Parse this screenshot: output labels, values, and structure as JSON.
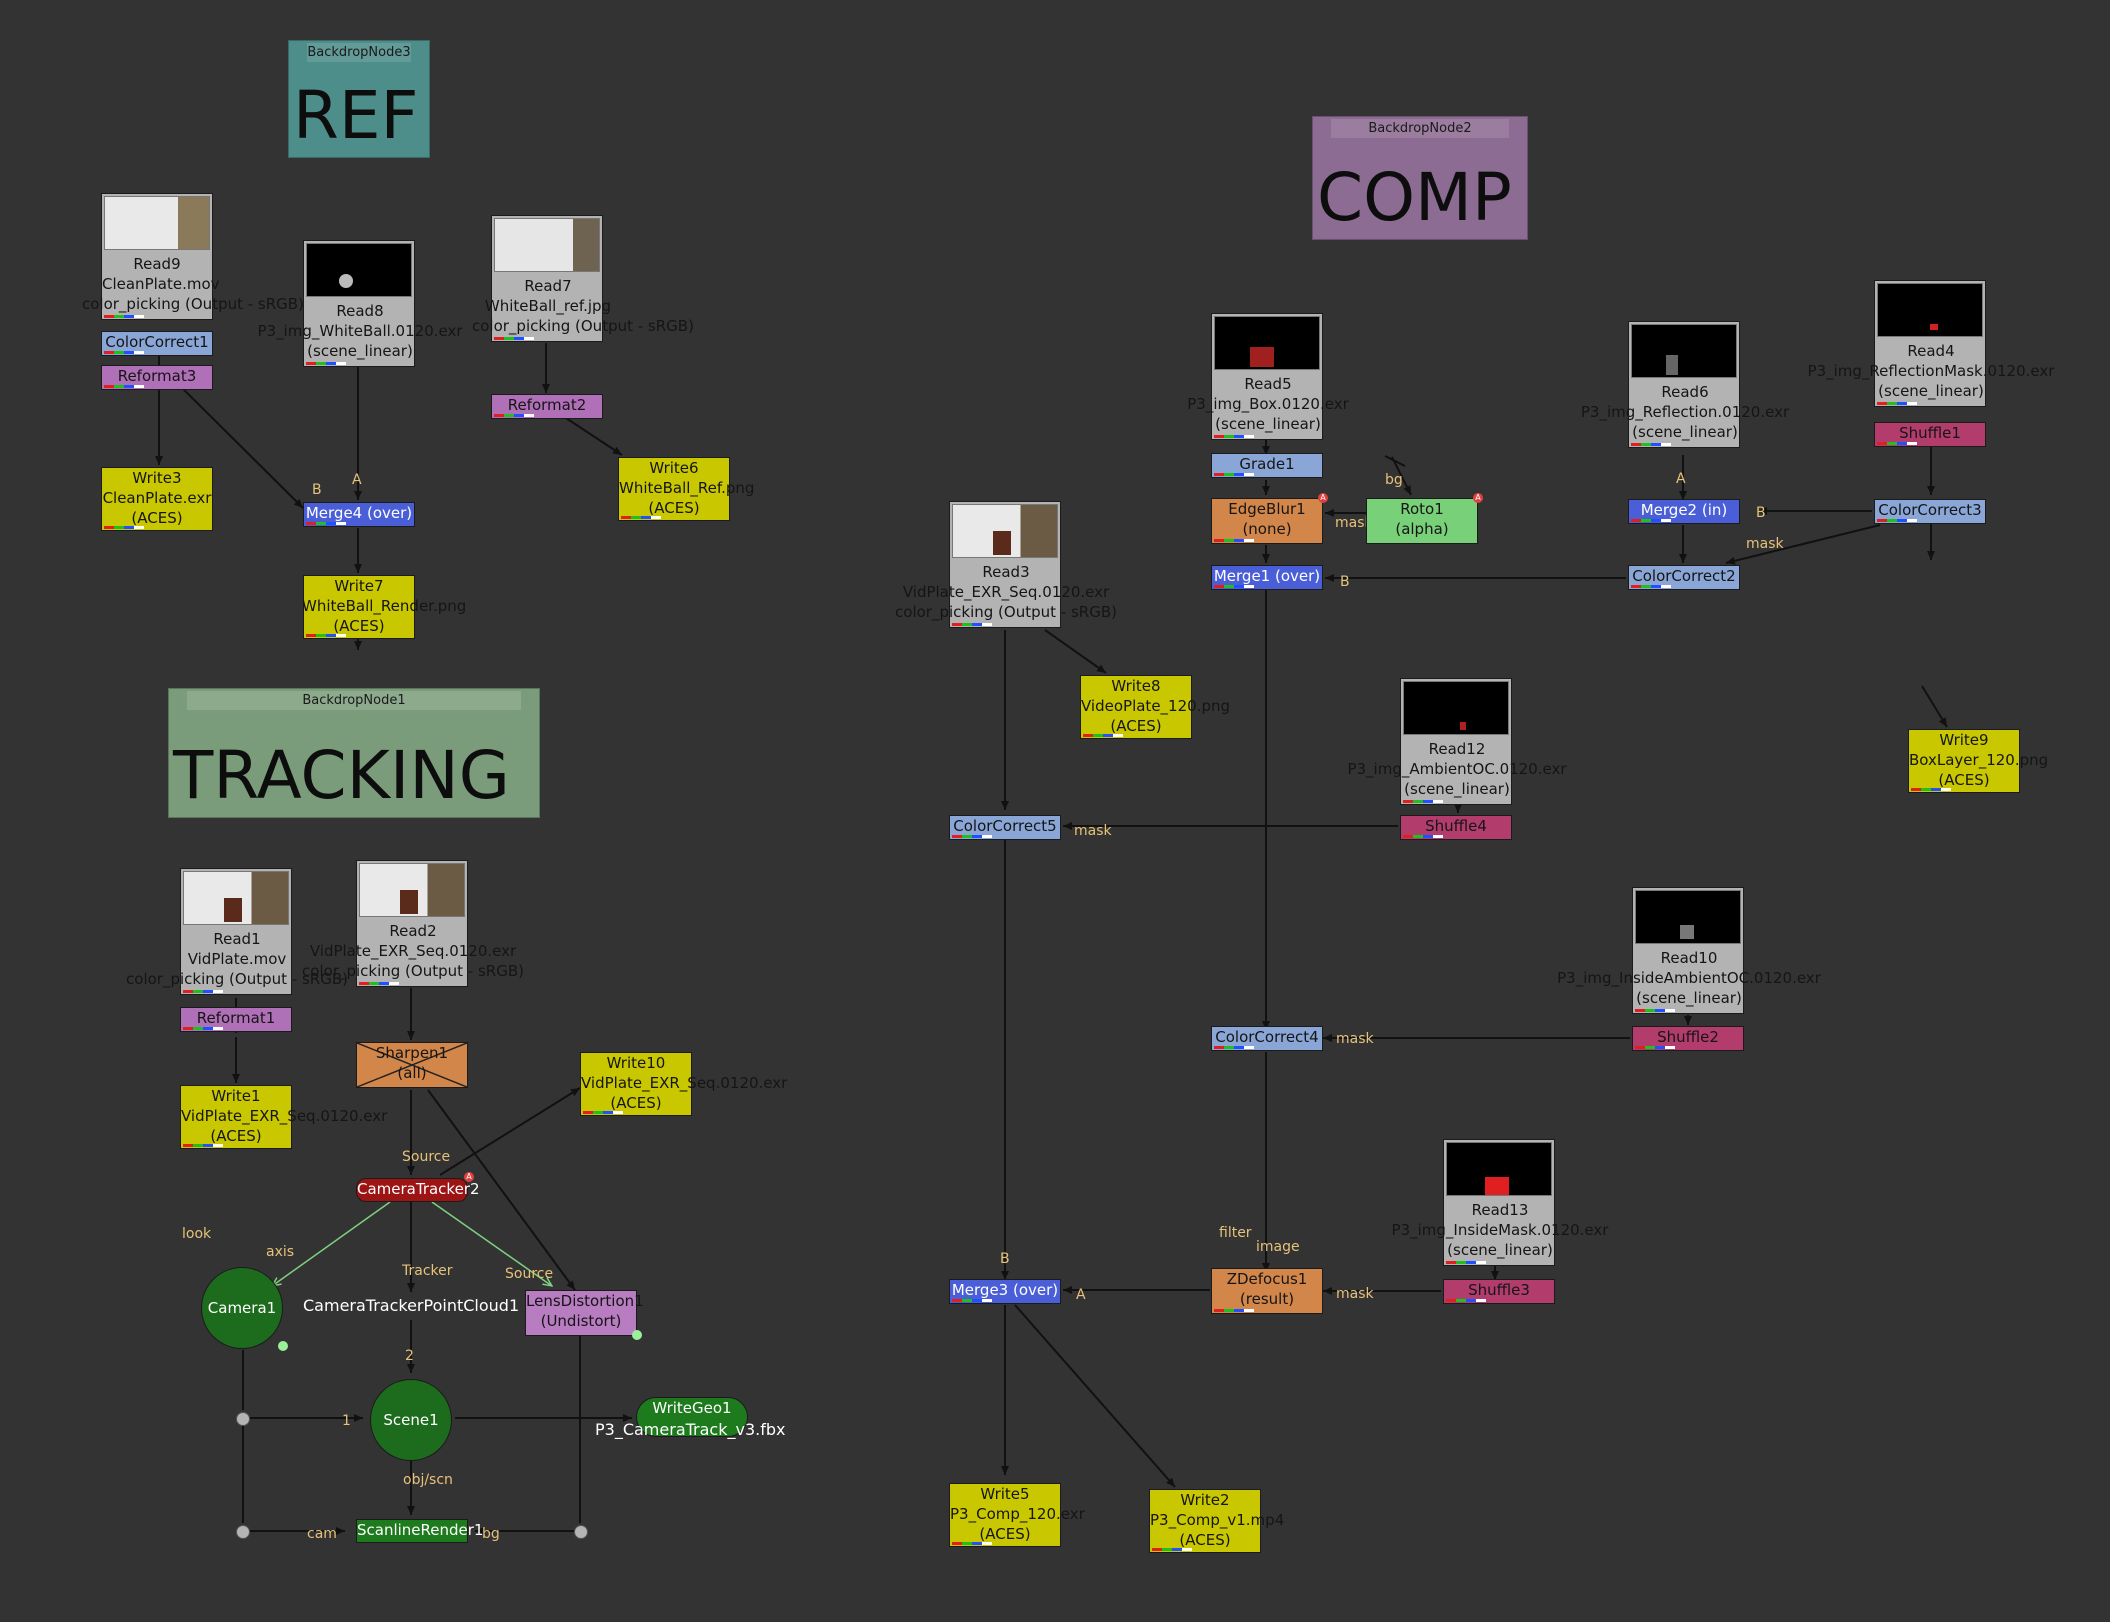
{
  "backdrops": {
    "ref": {
      "title": "BackdropNode3",
      "label": "REF",
      "color": "#4e8e8a"
    },
    "comp": {
      "title": "BackdropNode2",
      "label": "COMP",
      "color": "#8c6c92"
    },
    "tracking": {
      "title": "BackdropNode1",
      "label": "TRACKING",
      "color": "#7a9c7a"
    }
  },
  "nodes": {
    "read9": {
      "name": "Read9",
      "file": "CleanPlate.mov",
      "cs": "color_picking (Output - sRGB)"
    },
    "read8": {
      "name": "Read8",
      "file": "P3_img_WhiteBall.0120.exr",
      "cs": "(scene_linear)"
    },
    "read7": {
      "name": "Read7",
      "file": "WhiteBall_ref.jpg",
      "cs": "color_picking (Output - sRGB)"
    },
    "colorcorrect1": "ColorCorrect1",
    "reformat3": "Reformat3",
    "reformat2": "Reformat2",
    "write3": {
      "name": "Write3",
      "file": "CleanPlate.exr",
      "cs": "(ACES)"
    },
    "merge4": "Merge4 (over)",
    "write6": {
      "name": "Write6",
      "file": "WhiteBall_Ref.png",
      "cs": "(ACES)"
    },
    "write7": {
      "name": "Write7",
      "file": "WhiteBall_Render.png",
      "cs": "(ACES)"
    },
    "read1": {
      "name": "Read1",
      "file": "VidPlate.mov",
      "cs": "color_picking (Output - sRGB)"
    },
    "read2": {
      "name": "Read2",
      "file": "VidPlate_EXR_Seq.0120.exr",
      "cs": "color_picking (Output - sRGB)"
    },
    "reformat1": "Reformat1",
    "sharpen1": {
      "name": "Sharpen1",
      "cs": "(all)"
    },
    "write1": {
      "name": "Write1",
      "file": "VidPlate_EXR_Seq.0120.exr",
      "cs": "(ACES)"
    },
    "write10": {
      "name": "Write10",
      "file": "VidPlate_EXR_Seq.0120.exr",
      "cs": "(ACES)"
    },
    "cameratracker2": "CameraTracker2",
    "camera1": "Camera1",
    "pointcloud1": "CameraTrackerPointCloud1",
    "lensdistortion1": {
      "name": "LensDistortion1",
      "cs": "(Undistort)"
    },
    "scene1": "Scene1",
    "writegeo1": {
      "name": "WriteGeo1",
      "file": "P3_CameraTrack_v3.fbx"
    },
    "scanlinerender1": "ScanlineRender1",
    "read5": {
      "name": "Read5",
      "file": "P3_img_Box.0120.exr",
      "cs": "(scene_linear)"
    },
    "read6": {
      "name": "Read6",
      "file": "P3_img_Reflection.0120.exr",
      "cs": "(scene_linear)"
    },
    "read4": {
      "name": "Read4",
      "file": "P3_img_ReflectionMask.0120.exr",
      "cs": "(scene_linear)"
    },
    "grade1": "Grade1",
    "shuffle1": "Shuffle1",
    "edgeblur1": {
      "name": "EdgeBlur1",
      "cs": "(none)"
    },
    "roto1": {
      "name": "Roto1",
      "cs": "(alpha)"
    },
    "merge2": "Merge2 (in)",
    "colorcorrect3": "ColorCorrect3",
    "merge1": "Merge1 (over)",
    "colorcorrect2": "ColorCorrect2",
    "read3": {
      "name": "Read3",
      "file": "VidPlate_EXR_Seq.0120.exr",
      "cs": "color_picking (Output - sRGB)"
    },
    "write8": {
      "name": "Write8",
      "file": "VideoPlate_120.png",
      "cs": "(ACES)"
    },
    "read12": {
      "name": "Read12",
      "file": "P3_img_AmbientOC.0120.exr",
      "cs": "(scene_linear)"
    },
    "write9": {
      "name": "Write9",
      "file": "BoxLayer_120.png",
      "cs": "(ACES)"
    },
    "colorcorrect5": "ColorCorrect5",
    "shuffle4": "Shuffle4",
    "read10": {
      "name": "Read10",
      "file": "P3_img_InsideAmbientOC.0120.exr",
      "cs": "(scene_linear)"
    },
    "colorcorrect4": "ColorCorrect4",
    "shuffle2": "Shuffle2",
    "read13": {
      "name": "Read13",
      "file": "P3_img_InsideMask.0120.exr",
      "cs": "(scene_linear)"
    },
    "merge3": "Merge3 (over)",
    "zdefocus1": {
      "name": "ZDefocus1",
      "cs": "(result)"
    },
    "shuffle3": "Shuffle3",
    "write5": {
      "name": "Write5",
      "file": "P3_Comp_120.exr",
      "cs": "(ACES)"
    },
    "write2": {
      "name": "Write2",
      "file": "P3_Comp_v1.mp4",
      "cs": "(ACES)"
    }
  },
  "pipe_labels": {
    "a": "A",
    "b": "B",
    "mask": "mask",
    "bg": "bg",
    "source": "Source",
    "look": "look",
    "axis": "axis",
    "tracker": "Tracker",
    "one": "1",
    "two": "2",
    "objscn": "obj/scn",
    "cam": "cam",
    "filter": "filter",
    "image": "image"
  }
}
